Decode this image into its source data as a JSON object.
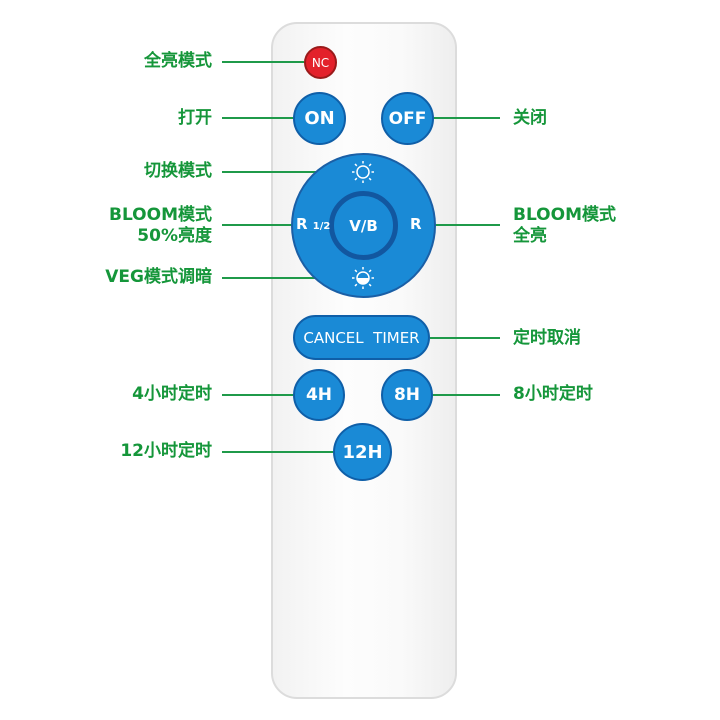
{
  "buttons": {
    "nc": "NC",
    "on": "ON",
    "off": "OFF",
    "vb": "V/B",
    "r_half": "R",
    "r_half_sub": "1/2",
    "r": "R",
    "cancel_timer": "CANCEL  TIMER",
    "h4": "4H",
    "h8": "8H",
    "h12": "12H"
  },
  "labels": {
    "nc": "全亮模式",
    "on": "打开",
    "off": "关闭",
    "switch": "切换模式",
    "bloom_half_1": "BLOOM模式",
    "bloom_half_2": "50%亮度",
    "bloom_full_1": "BLOOM模式",
    "bloom_full_2": "全亮",
    "veg_dim": "VEG模式调暗",
    "cancel": "定时取消",
    "h4": "4小时定时",
    "h8": "8小时定时",
    "h12": "12小时定时"
  },
  "colors": {
    "blue": "#1a8ad6",
    "red": "#e3212b",
    "green": "#15963a"
  }
}
